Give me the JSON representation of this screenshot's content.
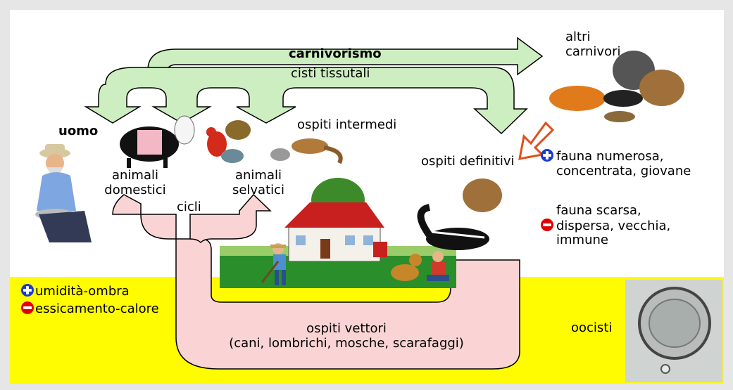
{
  "colors": {
    "background": "#e6e6e6",
    "panel_white": "#ffffff",
    "environment_yellow": "#fffb00",
    "arrow_green": "#cdeec0",
    "arrow_pink": "#fad4d4",
    "arrow_outline": "#000000",
    "plus_blue": "#1a3bd6",
    "minus_red": "#e00000",
    "pointer_orange": "#e0501a"
  },
  "carnivory": {
    "title": "carnivorismo",
    "subtitle": "cisti tissutali"
  },
  "labels": {
    "man": "uomo",
    "other_carnivores": [
      "altri",
      "carnivori"
    ],
    "intermediate_hosts": "ospiti intermedi",
    "definitive_hosts": "ospiti definitivi",
    "domestic_animals": [
      "animali",
      "domestici"
    ],
    "wild_animals": [
      "animali",
      "selvatici"
    ],
    "cycles": "cicli",
    "vector_hosts": [
      "ospiti vettori",
      "(cani, lombrichi, mosche, scarafaggi)"
    ],
    "oocysts": "oocisti"
  },
  "fauna_factors": {
    "positive": [
      "fauna numerosa,",
      "concentrata, giovane"
    ],
    "negative": [
      "fauna scarsa,",
      "dispersa, vecchia,",
      "immune"
    ]
  },
  "environment_factors": {
    "positive": "umidità-ombra",
    "negative": "essicamento-calore"
  },
  "illustrations": {
    "man": "farmer-icon",
    "domestic": [
      "pig-icon",
      "sheep-icon"
    ],
    "wild": [
      "rooster-icon",
      "duck-icon"
    ],
    "intermediate": [
      "mouse-icon",
      "chipmunk-icon"
    ],
    "carnivores": [
      "fox-icon",
      "raccoon-icon",
      "badger-icon",
      "weasel-icon"
    ],
    "definitive": [
      "raccoon-icon",
      "skunk-icon"
    ],
    "farm_scene": [
      "house-icon",
      "tree-icon",
      "gardener-icon",
      "dog-icon",
      "child-icon"
    ],
    "oocyst": "oocyst-micrograph"
  }
}
